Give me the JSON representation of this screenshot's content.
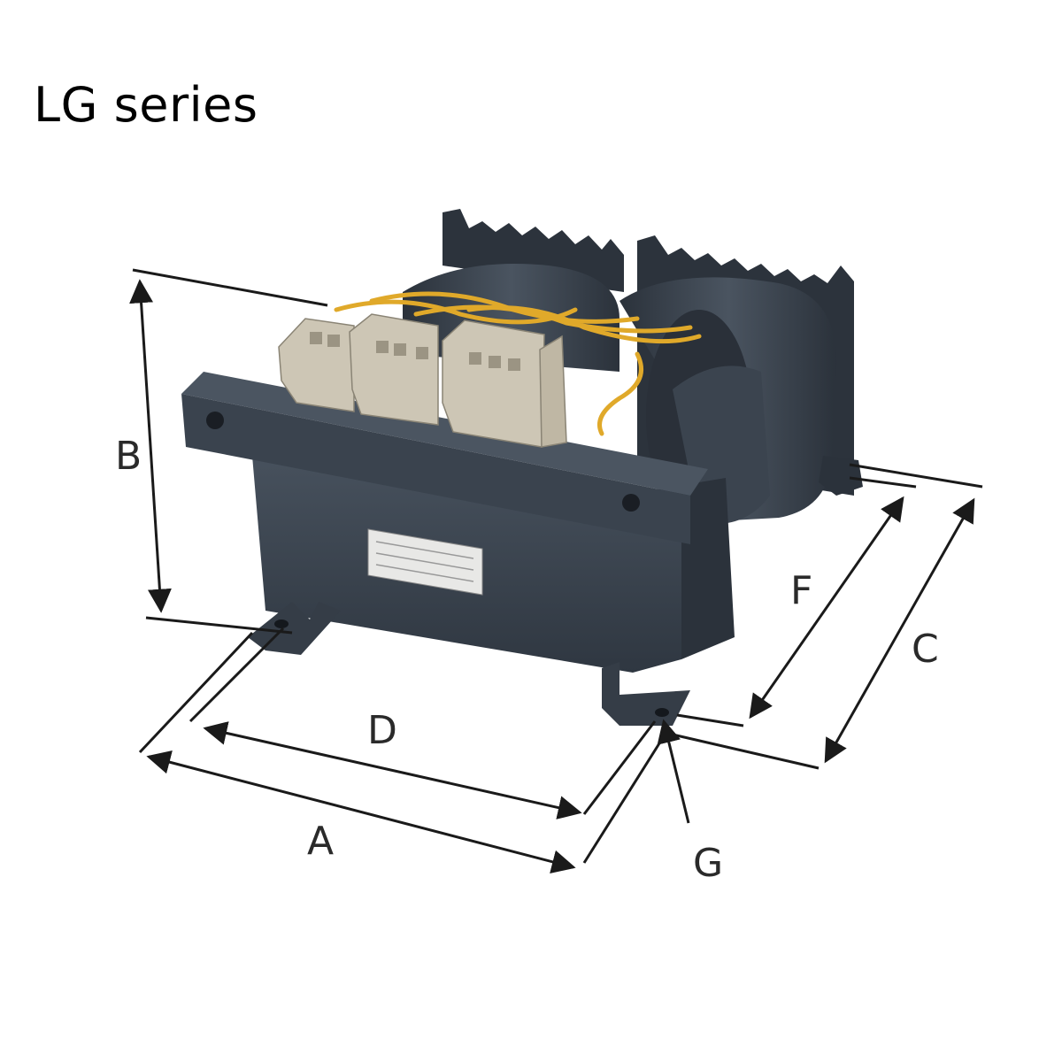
{
  "title": "LG series",
  "dimensions": {
    "A": "A",
    "B": "B",
    "C": "C",
    "D": "D",
    "F": "F",
    "G": "G"
  },
  "colors": {
    "body": "#3d4652",
    "body_dark": "#2a313a",
    "coil": "#38414c",
    "terminal": "#cdc6b5",
    "wire": "#e0a92a",
    "dim_line": "#1a1a1a"
  },
  "icons": [
    "transformer-illustration",
    "terminal-block-icon",
    "mounting-foot-icon"
  ]
}
